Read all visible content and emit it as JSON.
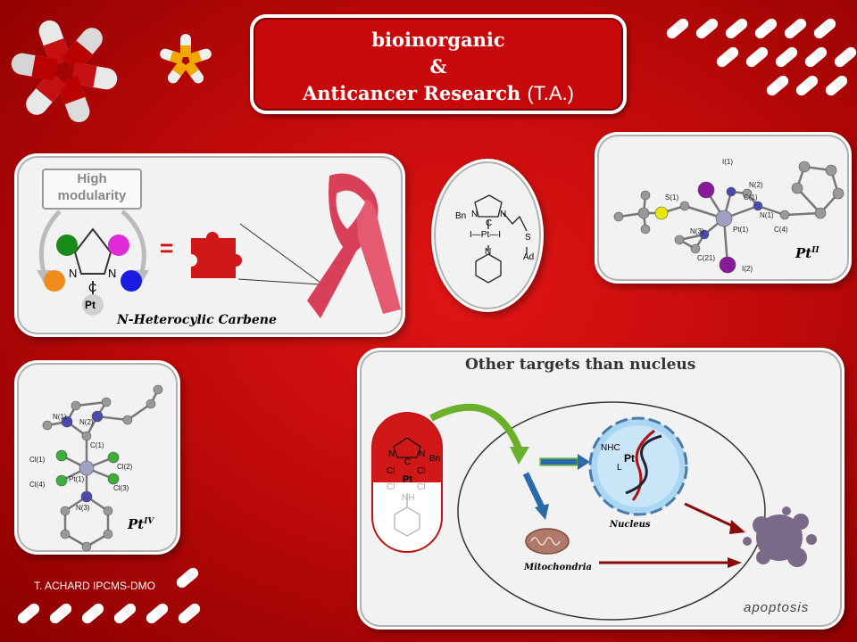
{
  "title": {
    "line1": "bioinorganic",
    "line2": "&",
    "line3_main": "Anticancer Research",
    "line3_suffix": "(T.A.)"
  },
  "nhc_panel": {
    "badge_line1": "High",
    "badge_line2": "modularity",
    "equals": "=",
    "atom_n_left": "N",
    "atom_n_right": "N",
    "atom_c": "C",
    "atom_pt": "Pt",
    "caption": "N-Heterocylic Carbene"
  },
  "molecule_oval": {
    "bn": "Bn",
    "n1": "N",
    "n2": "N",
    "c": "C",
    "pt_row": "I—Pt—I",
    "n3": "N",
    "s": "S",
    "ad": "Ad"
  },
  "pt2_panel": {
    "atoms": [
      "I(1)",
      "S(1)",
      "N(2)",
      "C(1)",
      "N(1)",
      "N(3)",
      "C(21)",
      "Pt(1)",
      "C(4)",
      "I(2)"
    ],
    "label": "Pt",
    "superscript": "II"
  },
  "pt4_panel": {
    "atoms": [
      "N(1)",
      "N(2)",
      "C(1)",
      "Cl(1)",
      "Cl(2)",
      "Cl(4)",
      "Pt(1)",
      "Cl(3)",
      "N(3)"
    ],
    "label": "Pt",
    "superscript": "IV"
  },
  "targets_panel": {
    "title": "Other targets than nucleus",
    "capsule": {
      "n_left": "N",
      "n_right": "N",
      "bn": "Bn",
      "c": "C",
      "cl_top_left": "Cl",
      "pt": "Pt",
      "cl_top_right": "Cl",
      "cl_bot_left": "Cl",
      "cl_bot_right": "Cl",
      "nh": "NH"
    },
    "nucleus_label": "Nucleus",
    "nhc_label": "NHC",
    "pt_label": "Pt",
    "l_label": "L",
    "mitochondria_label": "Mitochondria",
    "apoptosis_label": "apoptosis"
  },
  "footer": {
    "credit": "T. ACHARD IPCMS-DMO"
  },
  "colors": {
    "background": "#c20a0a",
    "panel": "#f2f2f2",
    "title_bg": "#c8090c",
    "arrow_dark_red": "#8b0a0a",
    "ribbon": "#d8405a"
  }
}
